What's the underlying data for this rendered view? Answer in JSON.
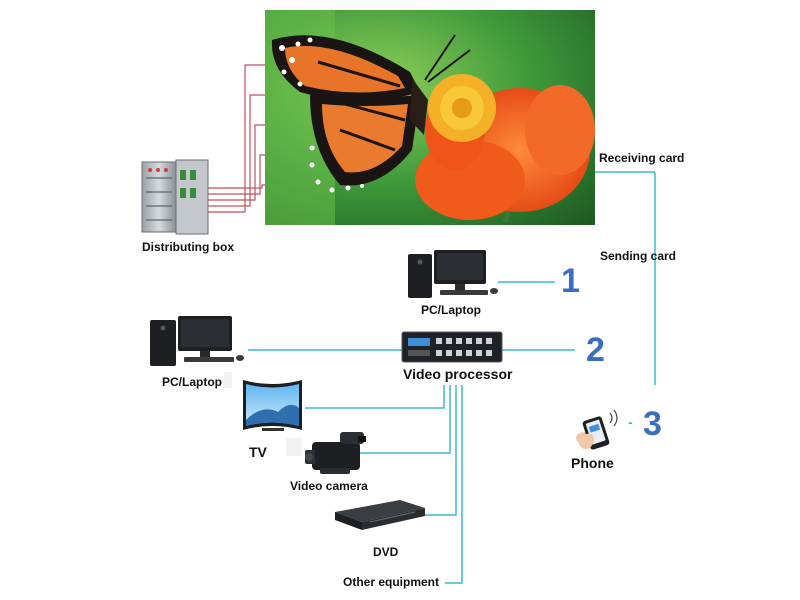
{
  "labels": {
    "distributing_box": "Distributing box",
    "receiving_card": "Receiving card",
    "sending_card": "Sending card",
    "pc_laptop_top": "PC/Laptop",
    "pc_laptop_left": "PC/Laptop",
    "video_processor": "Video processor",
    "tv": "TV",
    "video_camera": "Video camera",
    "dvd": "DVD",
    "other_equipment": "Other equipment",
    "phone": "Phone"
  },
  "numbers": {
    "one": "1",
    "two": "2",
    "three": "3",
    "dash": "-"
  },
  "colors": {
    "connector_cyan": "#3fb9c9",
    "power_line_red": "#c0505a",
    "number_blue": "#3a6fc0",
    "screen_green": "#2f8a3a",
    "flower_orange": "#f05a1a",
    "butterfly_orange": "#e8742a"
  }
}
